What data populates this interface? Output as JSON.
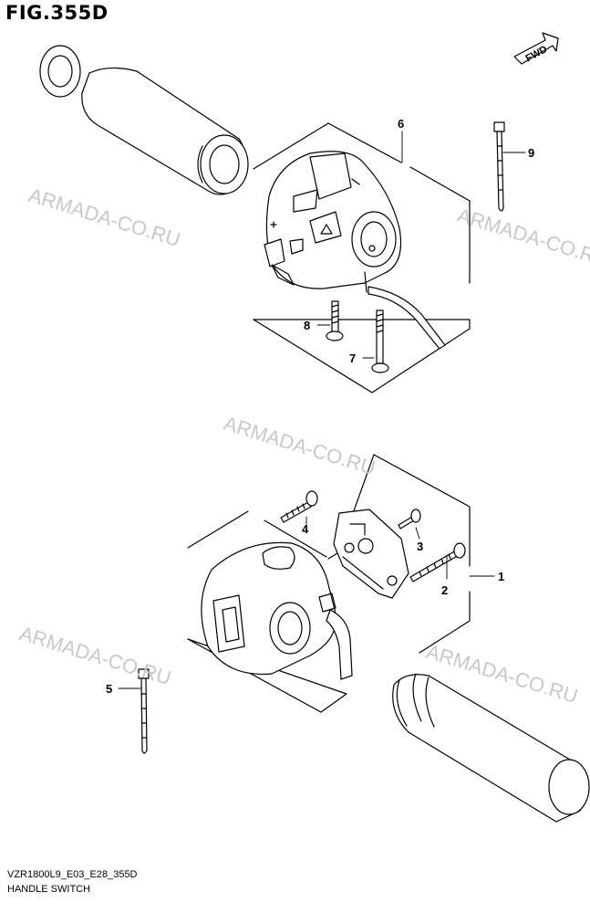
{
  "figure": {
    "title": "FIG.355D",
    "code": "VZR1800L9_E03_E28_355D",
    "caption": "HANDLE SWITCH"
  },
  "fwd_badge": "FWD",
  "watermark": "ARMADA-CO.RU",
  "callouts": {
    "c1": "1",
    "c2": "2",
    "c3": "3",
    "c4": "4",
    "c5": "5",
    "c6": "6",
    "c7": "7",
    "c8": "8",
    "c9": "9"
  },
  "colors": {
    "line": "#000000",
    "watermark": "#c8c8c8",
    "background": "#ffffff"
  }
}
